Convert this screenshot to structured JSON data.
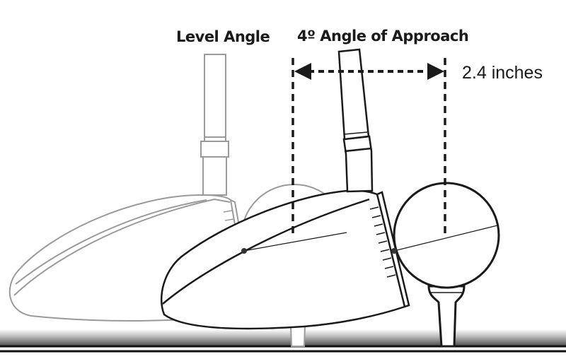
{
  "labels": {
    "level_angle": "Level Angle",
    "approach_angle": "4º Angle of Approach",
    "distance": "2.4 inches"
  },
  "colors": {
    "ghost": "#9a9a9a",
    "ink": "#1a1a1a",
    "background": "#ffffff"
  }
}
